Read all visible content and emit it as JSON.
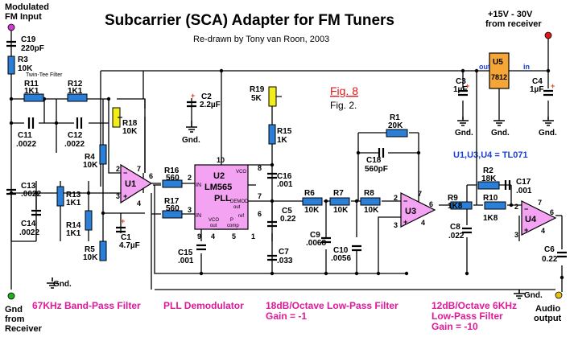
{
  "title": "Subcarrier (SCA) Adapter for FM Tuners",
  "subtitle": "Re-drawn by Tony van Roon, 2003",
  "fig_red": "Fig. 8",
  "fig_black": "Fig. 2.",
  "input_label_1": "Modulated",
  "input_label_2": "FM Input",
  "supply_label_1": "+15V - 30V",
  "supply_label_2": "from receiver",
  "gnd_label_1": "Gnd",
  "gnd_label_2": "from",
  "gnd_label_3": "Receiver",
  "audio_label_1": "Audio",
  "audio_label_2": "output",
  "opamp_note": "U1,U3,U4 = TL071",
  "twin_tee": "Twin-Tee Filter",
  "sections": {
    "bandpass": "67KHz Band-Pass Filter",
    "pll": "PLL Demodulator",
    "lowpass18_1": "18dB/Octave Low-Pass Filter",
    "lowpass18_2": "Gain = -1",
    "lowpass12_1": "12dB/Octave 6KHz",
    "lowpass12_2": "Low-Pass Filter",
    "lowpass12_3": "Gain = -10"
  },
  "chips": {
    "u1": "U1",
    "u2": "U2",
    "u2_part": "LM565",
    "u2_sub": "PLL",
    "u3": "U3",
    "u4": "U4",
    "u5": "U5",
    "u5_part": "7812",
    "u5_in": "in",
    "u5_out": "out",
    "u2_vco": "VCO",
    "u2_in": "IN",
    "u2_demod": "DEMOD",
    "u2_out": "out",
    "u2_ref": "ref",
    "u2_vcoout": "VCO",
    "u2_vcoout2": "out",
    "u2_p": "P",
    "u2_comp": "comp"
  },
  "pins": {
    "u1_2": "2",
    "u1_3": "3",
    "u1_6": "6",
    "u1_7": "7",
    "u1_4": "4",
    "u2_2": "2",
    "u2_3": "3",
    "u2_10": "10",
    "u2_8": "8",
    "u2_7": "7",
    "u2_6": "6",
    "u2_9": "9",
    "u2_4": "4",
    "u2_5": "5",
    "u2_1": "1",
    "u3_2": "2",
    "u3_3": "3",
    "u3_6": "6",
    "u3_7": "7",
    "u3_4": "4",
    "u4_2": "2",
    "u4_3": "3",
    "u4_6": "6",
    "u4_7": "7",
    "u4_4": "4"
  },
  "components": {
    "C19": "C19",
    "C19v": "220pF",
    "R3": "R3",
    "R3v": "10K",
    "R11": "R11",
    "R11v": "1K1",
    "R12": "R12",
    "R12v": "1K1",
    "C11": "C11",
    "C11v": ".0022",
    "C12": "C12",
    "C12v": ".0022",
    "R18": "R18",
    "R18v": "10K",
    "R4": "R4",
    "R4v": "10K",
    "C13": "C13",
    "C13v": ".0022",
    "R13": "R13",
    "R13v": "1K1",
    "R14": "R14",
    "R14v": "1K1",
    "C14": "C14",
    "C14v": ".0022",
    "R5": "R5",
    "R5v": "10K",
    "C1": "C1",
    "C1v": "4.7µF",
    "C2": "C2",
    "C2v": "2.2µF",
    "R16": "R16",
    "R16v": "560",
    "R17": "R17",
    "R17v": "560",
    "R19": "R19",
    "R19v": "5K",
    "R15": "R15",
    "R15v": "1K",
    "C16": "C16",
    "C16v": ".001",
    "C5": "C5",
    "C5v": "0.22",
    "C15": "C15",
    "C15v": ".001",
    "C7": "C7",
    "C7v": ".033",
    "R6": "R6",
    "R6v": "10K",
    "R7": "R7",
    "R7v": "10K",
    "R8": "R8",
    "R8v": "10K",
    "R1": "R1",
    "R1v": "20K",
    "C18": "C18",
    "C18v": "560pF",
    "C9": "C9",
    "C9v": ".0068",
    "C10": "C10",
    "C10v": ".0056",
    "R9": "R9",
    "R9v": "1K8",
    "R2": "R2",
    "R2v": "18K",
    "R10": "R10",
    "R10v": "1K8",
    "C17": "C17",
    "C17v": ".001",
    "C8": "C8",
    "C8v": ".022",
    "C6": "C6",
    "C6v": "0.22",
    "C3": "C3",
    "C3v": "1µF",
    "C4": "C4",
    "C4v": "1µF"
  },
  "gnd": "Gnd.",
  "plus": "+",
  "colors": {
    "chip_fill": "#f4a2f2",
    "pot_fill": "#f2ee1a",
    "reg_fill": "#f5a637",
    "resistor_fill": "#2b7fd6",
    "cap_plus": "#e03d12",
    "section_text": "#e0199a",
    "note_text": "#1a3fd6",
    "terminal_magenta": "#d43ad6",
    "terminal_red": "#e0161a",
    "terminal_green": "#1fae1f",
    "terminal_yellow": "#e7c01b"
  }
}
